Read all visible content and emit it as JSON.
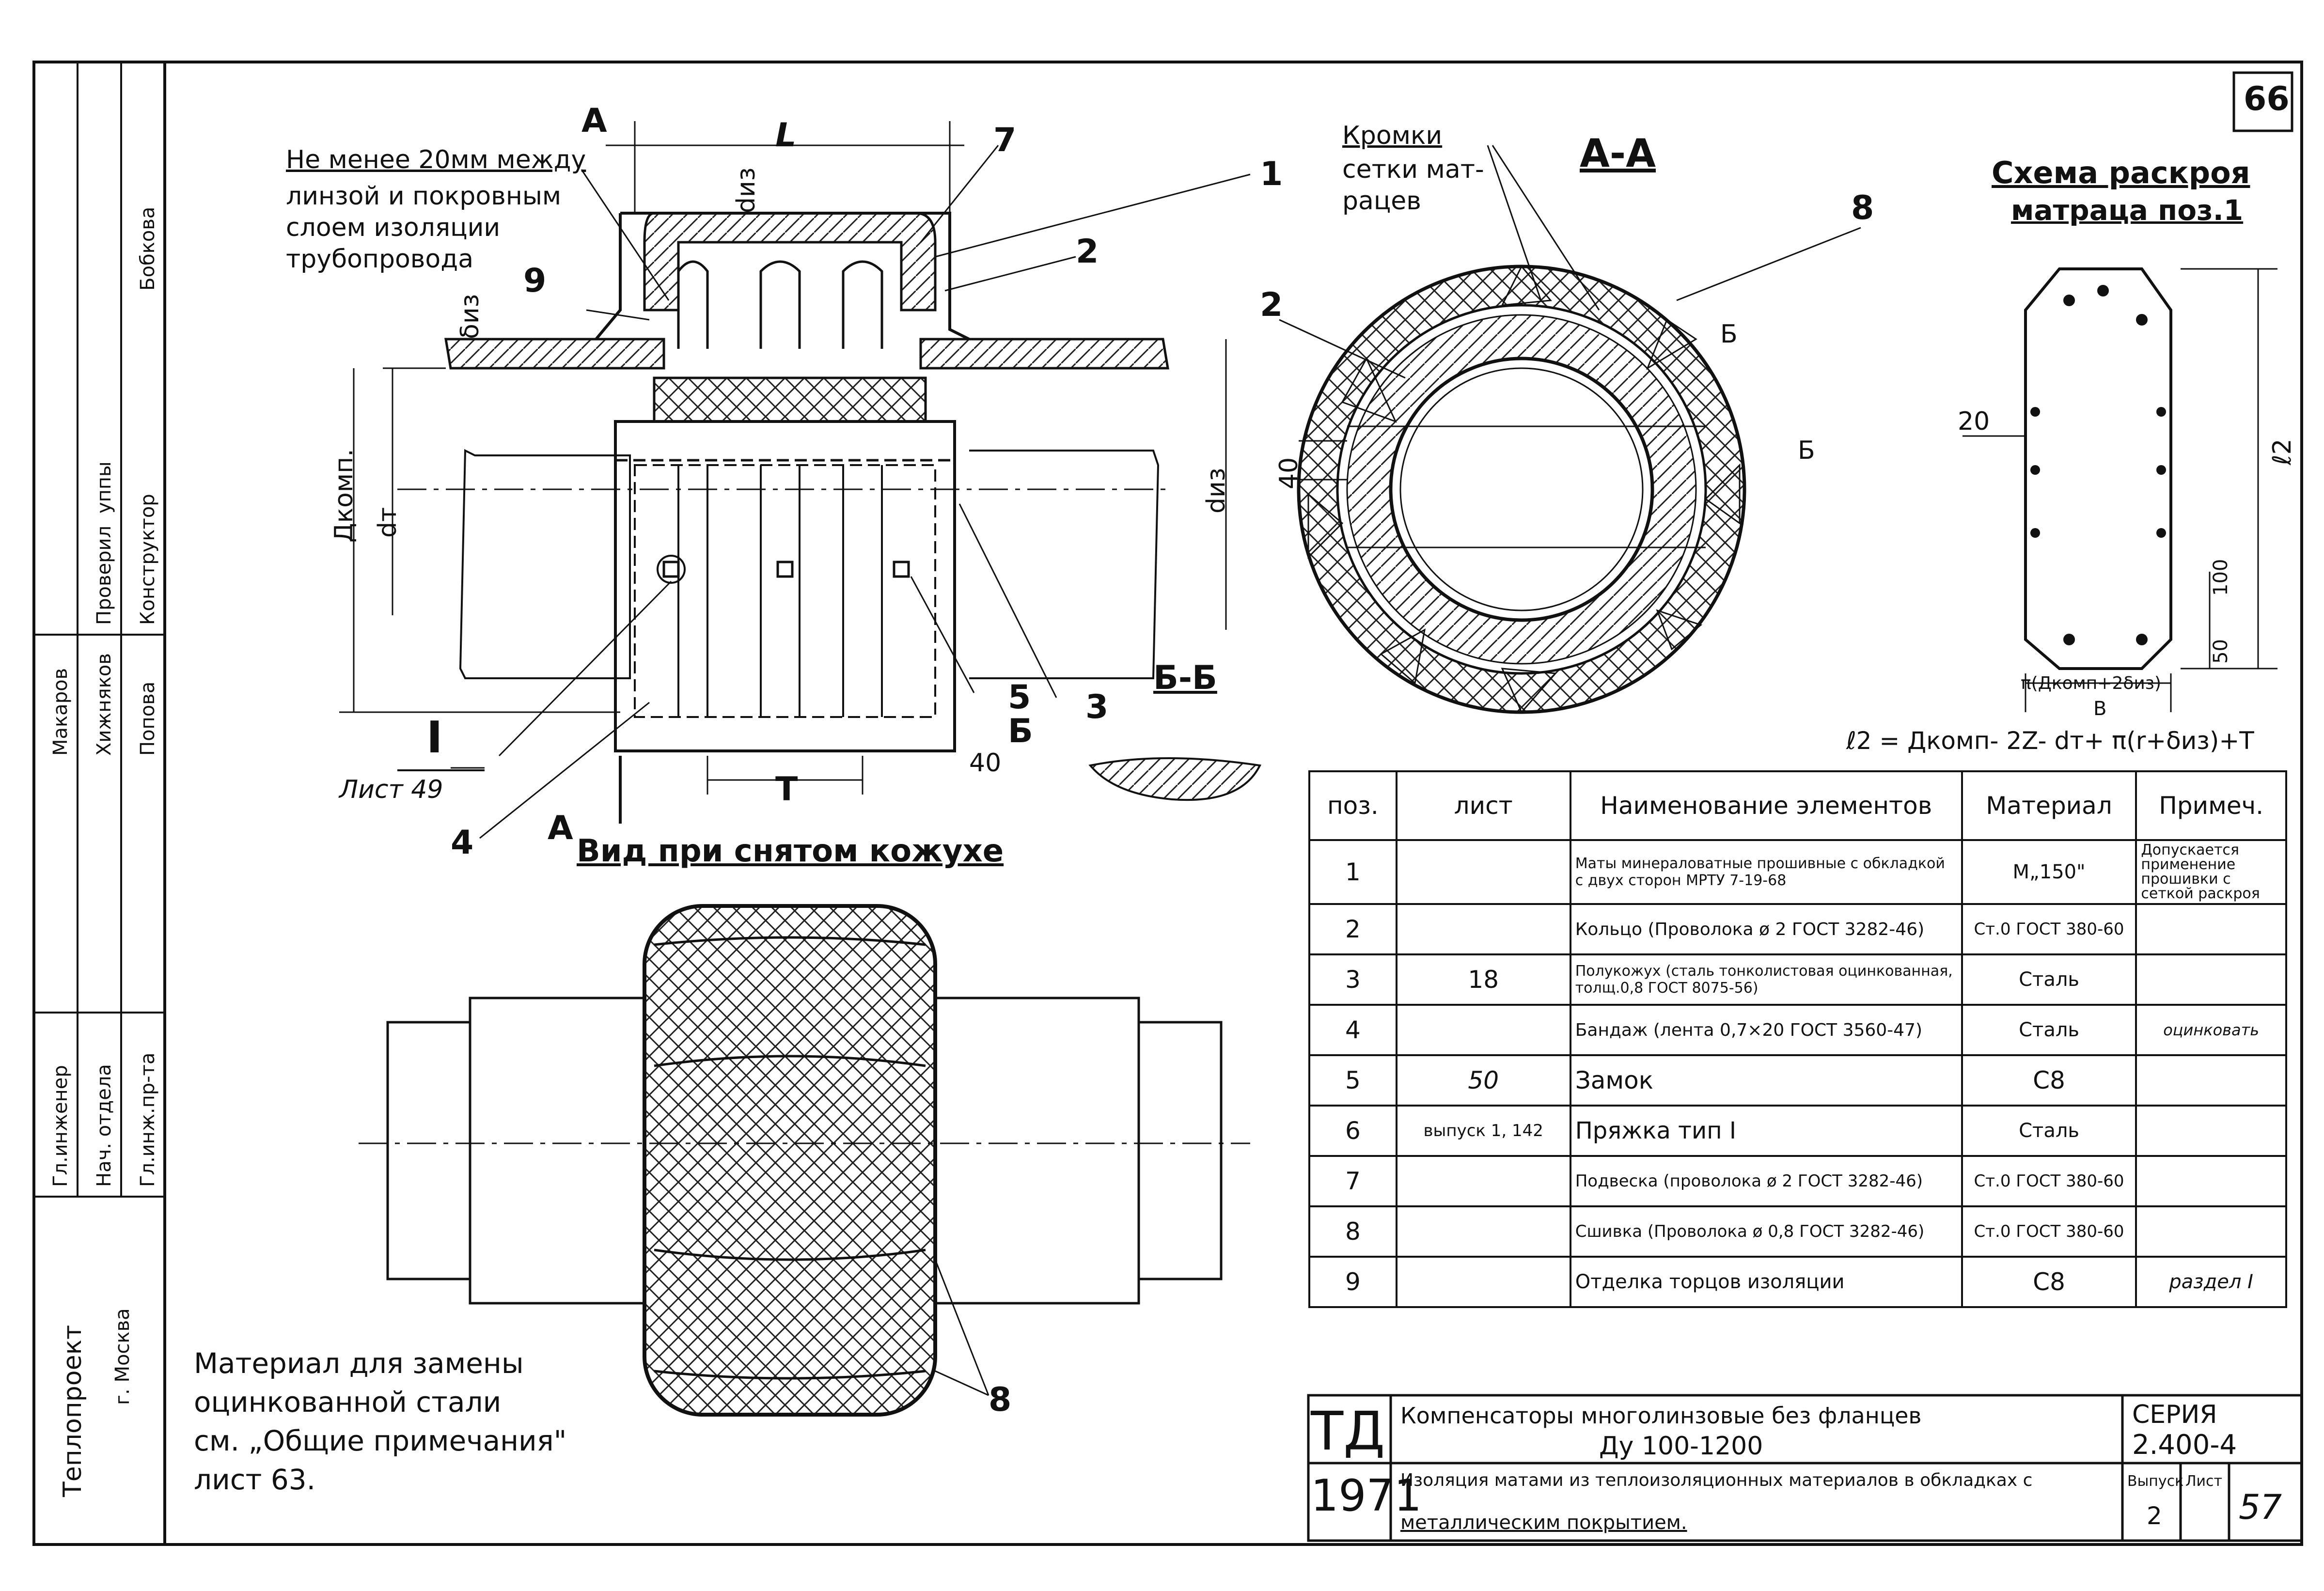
{
  "sheet": {
    "page_number": "66",
    "company": "Теплопроект",
    "city": "г. Москва",
    "stamp": {
      "roles": [
        "Гл.инженер",
        "Нач. отдела",
        "Гл.инж.пр-та",
        "Проверил",
        "Конструктор"
      ],
      "names": [
        "Макаров",
        "Хижняков",
        "Попова",
        "Бобкова"
      ],
      "extra": "уппы"
    }
  },
  "section_view": {
    "note_min": "Не менее 20мм между",
    "note_rest": [
      "линзой и покровным",
      "слоем изоляции",
      "трубопровода"
    ],
    "dim_A": "А",
    "dim_L": "L",
    "dim_T": "T",
    "dim_40": "40",
    "dim_diz": "dиз",
    "dim_dt": "dт",
    "dim_dkomp": "Дкомп.",
    "dim_biz": "δиз",
    "callouts": [
      "1",
      "2",
      "3",
      "4",
      "5",
      "7",
      "9"
    ],
    "node_ref": "I",
    "sheet_ref": "Лист 49",
    "section_mark_B": "Б",
    "section_label_BB": "Б-Б",
    "section_mark_A": "А"
  },
  "section_AA": {
    "title": "А-А",
    "note": [
      "Кромки",
      "сетки мат-",
      "рацев"
    ],
    "callouts": [
      "2",
      "8"
    ],
    "dim_40": "40",
    "mark_B": "Б"
  },
  "cutting_scheme": {
    "title_1": "Схема раскроя",
    "title_2": "матраца поз.1",
    "dim_20": "20",
    "dim_100": "100",
    "dim_50": "50",
    "dim_l2": "ℓ2",
    "dim_B": "В",
    "width_formula": "π(Дкомп+2δиз)",
    "length_formula": "ℓ2 = Дкомп- 2Z- dт+ π(r+δиз)+T"
  },
  "removed_casing_view": {
    "title": "Вид при снятом кожухе",
    "callout": "8"
  },
  "material_note": [
    "Материал для замены",
    "оцинкованной стали",
    "см. „Общие примечания\"",
    "лист 63."
  ],
  "spec_table": {
    "headers": [
      "поз.",
      "лист",
      "Наименование элементов",
      "Материал",
      "Примеч."
    ],
    "rows": [
      {
        "pos": "1",
        "sheet": "",
        "name": "Маты минераловатные прошивные с обкладкой с двух сторон МРТУ 7-19-68",
        "material": "М„150\"",
        "note": "Допускается применение прошивки с сеткой раскроя"
      },
      {
        "pos": "2",
        "sheet": "",
        "name": "Кольцо (Проволока ø 2 ГОСТ 3282-46)",
        "material": "Ст.0 ГОСТ 380-60",
        "note": ""
      },
      {
        "pos": "3",
        "sheet": "18",
        "name": "Полукожух (сталь тонколистовая оцинкованная, толщ.0,8 ГОСТ 8075-56)",
        "material": "Сталь",
        "note": ""
      },
      {
        "pos": "4",
        "sheet": "",
        "name": "Бандаж (лента 0,7×20 ГОСТ 3560-47)",
        "material": "Сталь",
        "note": "оцинковать"
      },
      {
        "pos": "5",
        "sheet": "50",
        "name": "Замок",
        "material": "С8",
        "note": ""
      },
      {
        "pos": "6",
        "sheet": "выпуск 1, 142",
        "name": "Пряжка тип I",
        "material": "Сталь",
        "note": ""
      },
      {
        "pos": "7",
        "sheet": "",
        "name": "Подвеска (проволока ø 2 ГОСТ 3282-46)",
        "material": "Ст.0 ГОСТ 380-60",
        "note": ""
      },
      {
        "pos": "8",
        "sheet": "",
        "name": "Сшивка (Проволока ø 0,8 ГОСТ 3282-46)",
        "material": "Ст.0 ГОСТ 380-60",
        "note": ""
      },
      {
        "pos": "9",
        "sheet": "",
        "name": "Отделка торцов изоляции",
        "material": "С8",
        "note": "раздел I"
      }
    ]
  },
  "title_block": {
    "org": "ТД",
    "year": "1971",
    "title_1": "Компенсаторы многолинзовые без фланцев",
    "title_2": "Ду 100-1200",
    "subtitle_1": "Изоляция матами из теплоизоляционных материалов в обкладках с",
    "subtitle_2": "металлическим покрытием.",
    "series_label": "СЕРИЯ",
    "series_value": "2.400-4",
    "issue_label": "Выпуск",
    "issue_value": "2",
    "sheet_label": "Лист",
    "sheet_value": "57"
  }
}
